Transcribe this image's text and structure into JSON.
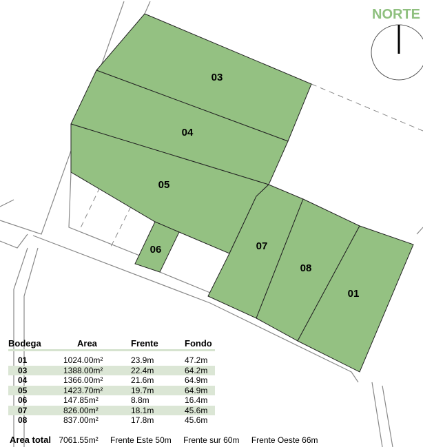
{
  "north_label": "NORTE",
  "colors": {
    "lot_fill": "#94c182",
    "north_text": "#8fc07f",
    "row_highlight": "#dbe6d5"
  },
  "lots": [
    {
      "id": "03"
    },
    {
      "id": "04"
    },
    {
      "id": "05"
    },
    {
      "id": "06"
    },
    {
      "id": "07"
    },
    {
      "id": "08"
    },
    {
      "id": "01"
    }
  ],
  "table": {
    "headers": [
      "Bodega",
      "Area",
      "Frente",
      "Fondo"
    ],
    "rows": [
      {
        "bodega": "01",
        "area": "1024.00m²",
        "frente": "23.9m",
        "fondo": "47.2m"
      },
      {
        "bodega": "03",
        "area": "1388.00m²",
        "frente": "22.4m",
        "fondo": "64.2m"
      },
      {
        "bodega": "04",
        "area": "1366.00m²",
        "frente": "21.6m",
        "fondo": "64.9m"
      },
      {
        "bodega": "05",
        "area": "1423.70m²",
        "frente": "19.7m",
        "fondo": "64.9m"
      },
      {
        "bodega": "06",
        "area": "147.85m²",
        "frente": "8.8m",
        "fondo": "16.4m"
      },
      {
        "bodega": "07",
        "area": "826.00m²",
        "frente": "18.1m",
        "fondo": "45.6m"
      },
      {
        "bodega": "08",
        "area": "837.00m²",
        "frente": "17.8m",
        "fondo": "45.6m"
      }
    ]
  },
  "summary": {
    "label": "Area total",
    "area_total": "7061.55m²",
    "frente_este": "Frente Este 50m",
    "frente_sur": "Frente sur 60m",
    "frente_oeste": "Frente Oeste 66m"
  }
}
